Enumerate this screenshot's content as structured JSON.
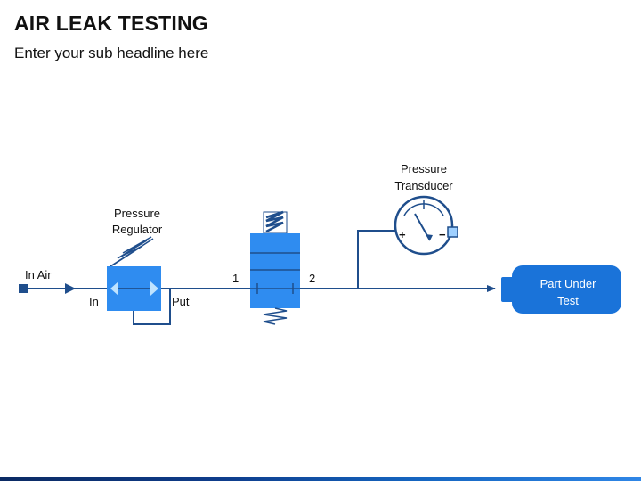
{
  "header": {
    "title": "AIR LEAK TESTING",
    "subtitle": "Enter your sub headline here"
  },
  "diagram": {
    "in_air": "In Air",
    "regulator": {
      "label_line1": "Pressure",
      "label_line2": "Regulator",
      "port_in": "In",
      "port_out": "Put"
    },
    "valve": {
      "port_1": "1",
      "port_2": "2"
    },
    "transducer": {
      "label_line1": "Pressure",
      "label_line2": "Transducer",
      "plus": "+",
      "minus": "−"
    },
    "part": {
      "label_line1": "Part Under",
      "label_line2": "Test"
    }
  },
  "colors": {
    "line": "#1f4e8c",
    "block": "#2f8cf0",
    "block_dark": "#1a6fd6",
    "part": "#1a73d9"
  }
}
